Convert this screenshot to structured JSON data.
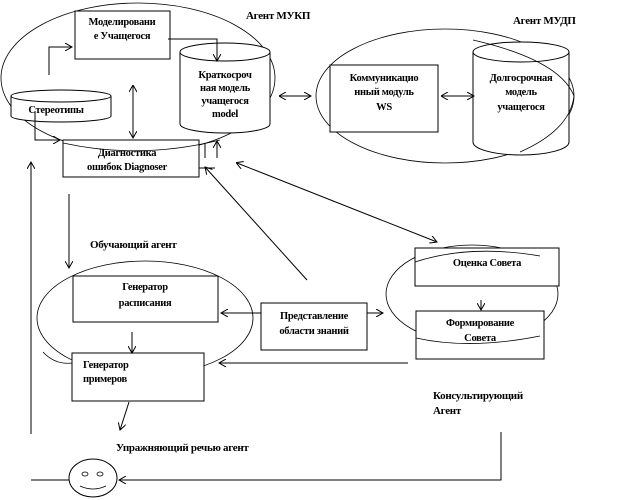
{
  "agents": {
    "mukp": {
      "label": "Агент МУКП"
    },
    "mudp": {
      "label": "Агент МУДП"
    },
    "teaching": {
      "label": "Обучающий агент"
    },
    "practice": {
      "label": "Упражняющий речью агент"
    },
    "consulting": {
      "label_lines": [
        "Консультирующий",
        "Агент"
      ]
    }
  },
  "nodes": {
    "student_modeling": {
      "lines": [
        "Моделировани",
        "е Учащегося"
      ]
    },
    "short_term_model": {
      "lines": [
        "Краткосроч",
        "ная модель",
        "учащегося",
        "model"
      ]
    },
    "stereotypes": {
      "lines": [
        "Стереотипы"
      ]
    },
    "error_diagnosis": {
      "lines": [
        "Диагностика",
        "ошибок Diagnoser"
      ]
    },
    "comm_module": {
      "lines": [
        "Коммуникацио",
        "нный модуль",
        "WS"
      ]
    },
    "long_term_model": {
      "lines": [
        "Долгосрочная",
        "модель",
        "учащегося"
      ]
    },
    "schedule_generator": {
      "lines": [
        "Генератор",
        "расписания"
      ]
    },
    "example_generator": {
      "lines": [
        "Генератор",
        "примеров"
      ]
    },
    "domain_representation": {
      "lines": [
        "Представление",
        "области знаний"
      ]
    },
    "advice_evaluation": {
      "lines": [
        "Оценка Совета"
      ]
    },
    "advice_formation": {
      "lines": [
        "Формирование",
        "Совета"
      ]
    }
  },
  "user": {
    "icon": "smiley-face-icon"
  }
}
